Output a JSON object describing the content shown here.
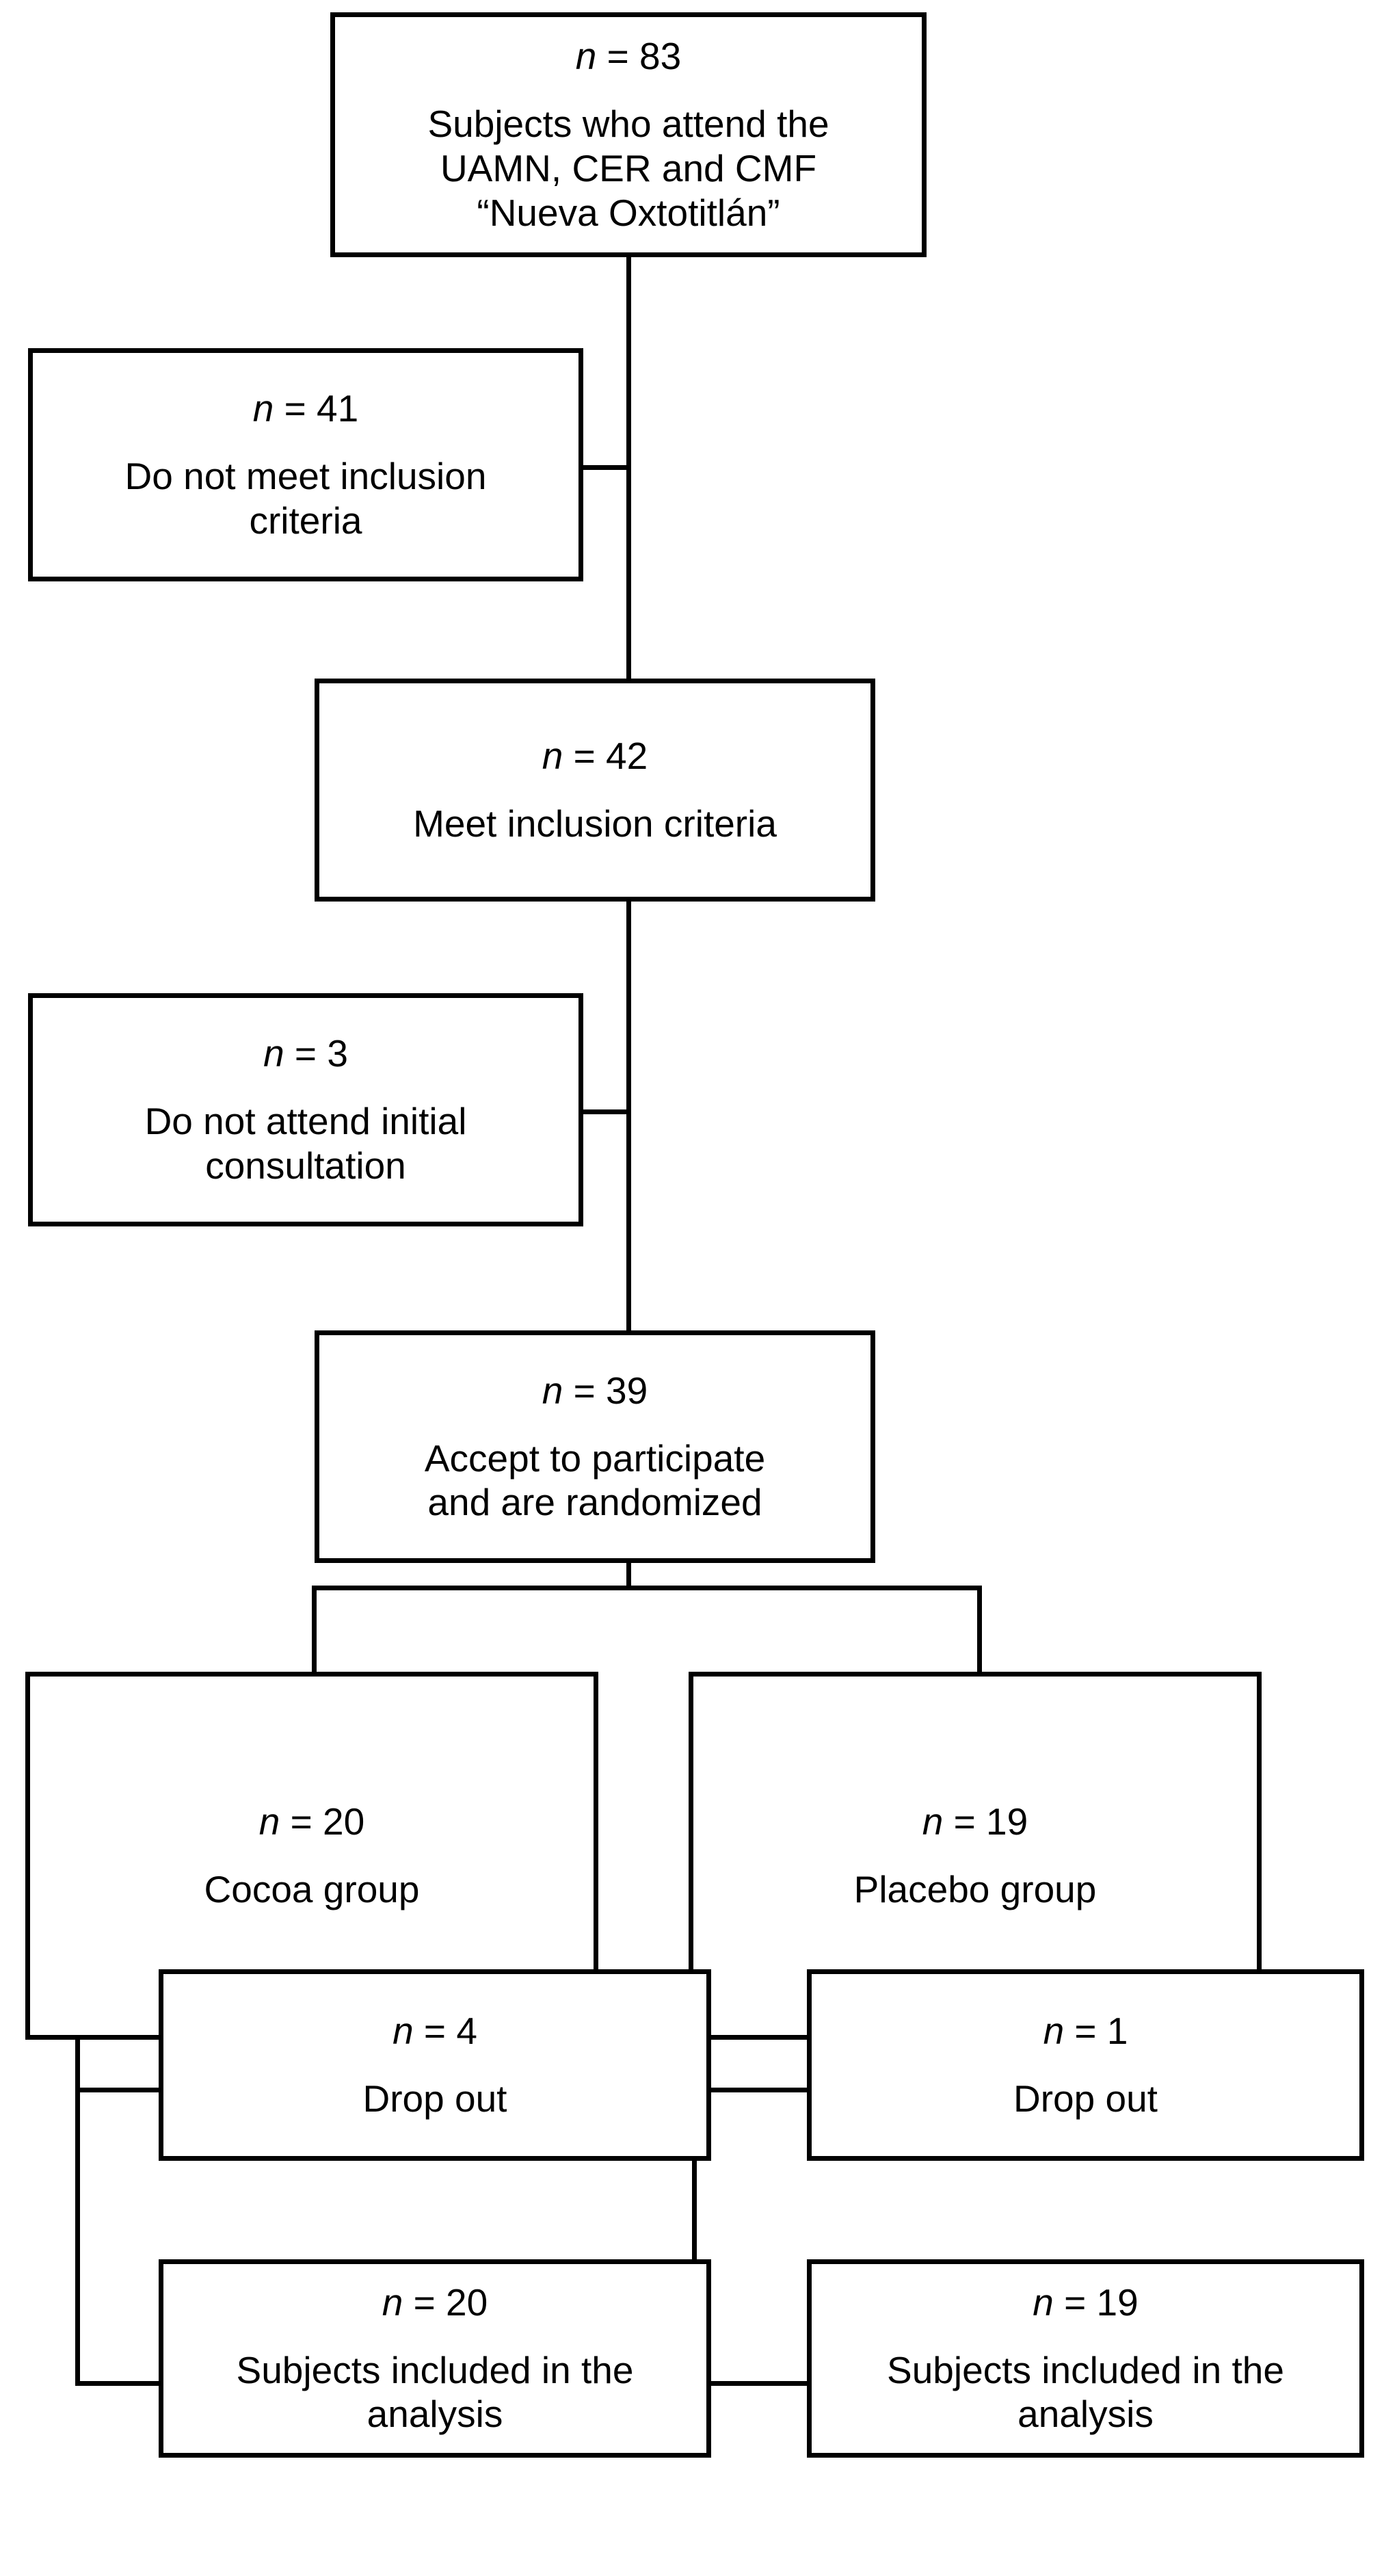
{
  "diagram": {
    "title": "Participant flow diagram",
    "line_color": "#000000",
    "background_color": "#ffffff",
    "n_prefix": "n",
    "equals": "=",
    "nodes": {
      "screened": {
        "n_label": "n = 83",
        "n_value": 83,
        "lines": [
          "Subjects who attend the",
          "UAMN, CER and CMF",
          "“Nueva Oxtotitlán”"
        ],
        "text": "Subjects who attend the UAMN, CER and CMF “Nueva Oxtotitlán”"
      },
      "excluded_criteria": {
        "n_label": "n = 41",
        "n_value": 41,
        "lines": [
          "Do not meet inclusion",
          "criteria"
        ],
        "text": "Do not meet inclusion criteria"
      },
      "meet_criteria": {
        "n_label": "n = 42",
        "n_value": 42,
        "lines": [
          "Meet inclusion criteria"
        ],
        "text": "Meet inclusion criteria"
      },
      "no_consultation": {
        "n_label": "n = 3",
        "n_value": 3,
        "lines": [
          "Do not attend initial",
          "consultation"
        ],
        "text": "Do not attend initial consultation"
      },
      "randomized": {
        "n_label": "n = 39",
        "n_value": 39,
        "lines": [
          "Accept to participate",
          "and are randomized"
        ],
        "text": "Accept to participate and are randomized"
      },
      "cocoa_group": {
        "n_label": "n = 20",
        "n_value": 20,
        "lines": [
          "Cocoa group"
        ],
        "text": "Cocoa group"
      },
      "placebo_group": {
        "n_label": "n = 19",
        "n_value": 19,
        "lines": [
          "Placebo group"
        ],
        "text": "Placebo group"
      },
      "cocoa_dropout": {
        "n_label": "n = 4",
        "n_value": 4,
        "lines": [
          "Drop out"
        ],
        "text": "Drop out"
      },
      "placebo_dropout": {
        "n_label": "n = 1",
        "n_value": 1,
        "lines": [
          "Drop out"
        ],
        "text": "Drop out"
      },
      "cocoa_analyzed": {
        "n_label": "n = 20",
        "n_value": 20,
        "lines": [
          "Subjects included in the",
          "analysis"
        ],
        "text": "Subjects included in the analysis"
      },
      "placebo_analyzed": {
        "n_label": "n = 19",
        "n_value": 19,
        "lines": [
          "Subjects included in the",
          "analysis"
        ],
        "text": "Subjects included in the analysis"
      }
    }
  }
}
